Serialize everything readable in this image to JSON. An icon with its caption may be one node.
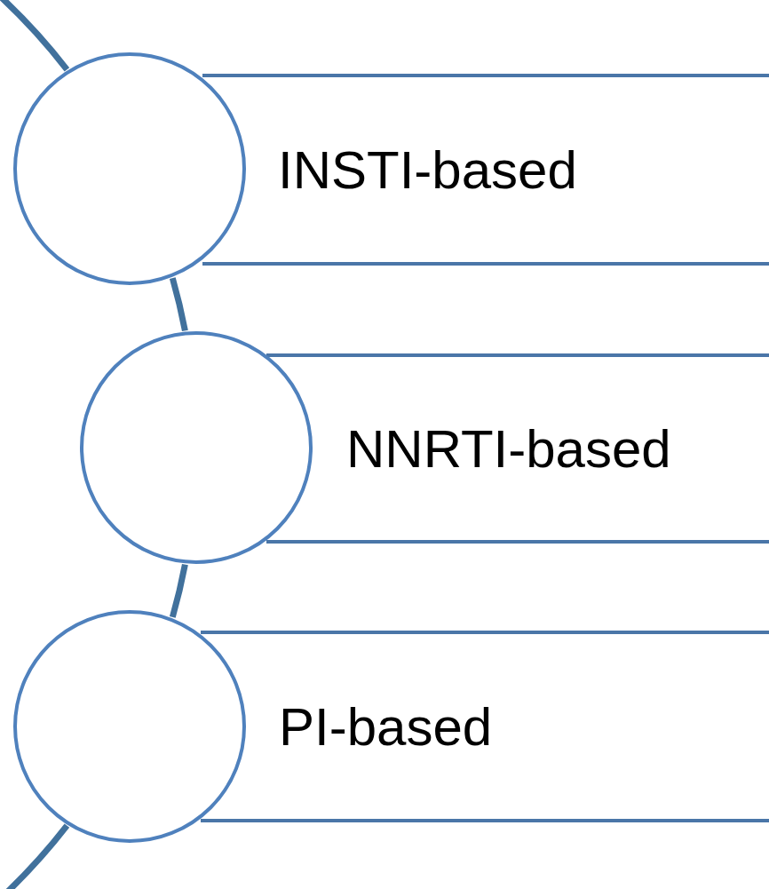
{
  "diagram": {
    "nodes": [
      {
        "text": [
          "INSTI-based"
        ]
      },
      {
        "text": [],
        "shape": "circle"
      },
      {
        "text": [
          "NNRTI-based"
        ]
      },
      {
        "text": [],
        "shape": "circle"
      },
      {
        "text": [
          "PI-based"
        ]
      },
      {
        "text": [],
        "shape": "circle"
      }
    ],
    "edges": [
      {
        "from": 1,
        "to": 3,
        "arrow": "none"
      },
      {
        "from": 3,
        "to": 5,
        "arrow": "none"
      }
    ]
  }
}
